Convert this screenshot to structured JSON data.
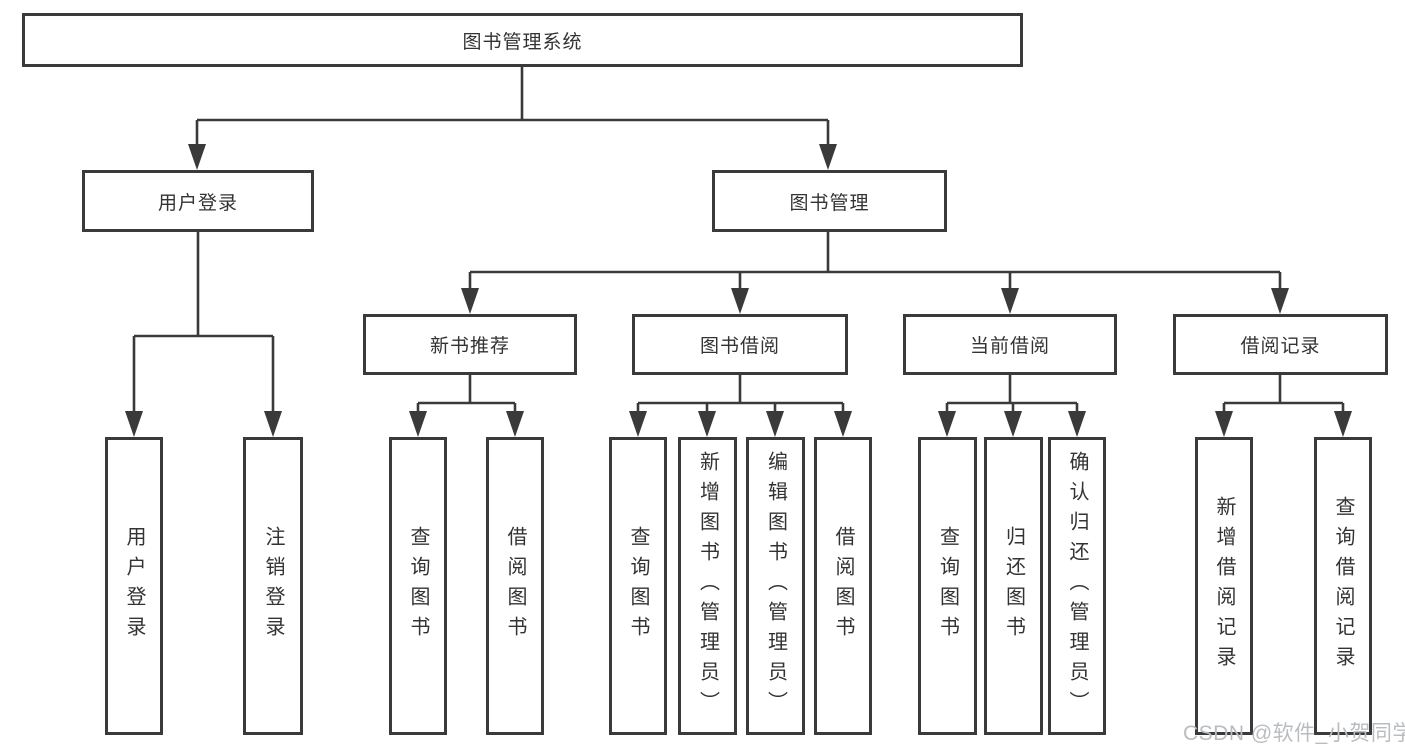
{
  "diagram": {
    "root": {
      "label": "图书管理系统"
    },
    "branches": [
      {
        "label": "用户登录",
        "children": [
          {
            "label": "用户登录"
          },
          {
            "label": "注销登录"
          }
        ]
      },
      {
        "label": "图书管理",
        "children": [
          {
            "label": "新书推荐",
            "children": [
              {
                "label": "查询图书"
              },
              {
                "label": "借阅图书"
              }
            ]
          },
          {
            "label": "图书借阅",
            "children": [
              {
                "label": "查询图书"
              },
              {
                "label": "新增图书（管理员）"
              },
              {
                "label": "编辑图书（管理员）"
              },
              {
                "label": "借阅图书"
              }
            ]
          },
          {
            "label": "当前借阅",
            "children": [
              {
                "label": "查询图书"
              },
              {
                "label": "归还图书"
              },
              {
                "label": "确认归还（管理员）"
              }
            ]
          },
          {
            "label": "借阅记录",
            "children": [
              {
                "label": "新增借阅记录"
              },
              {
                "label": "查询借阅记录"
              }
            ]
          }
        ]
      }
    ]
  },
  "watermark": {
    "text": "CSDN @软件_小贺同学"
  },
  "colors": {
    "line": "#3a3a3a",
    "text": "#333333",
    "watermark": "#b9bdc1",
    "background": "#ffffff"
  }
}
